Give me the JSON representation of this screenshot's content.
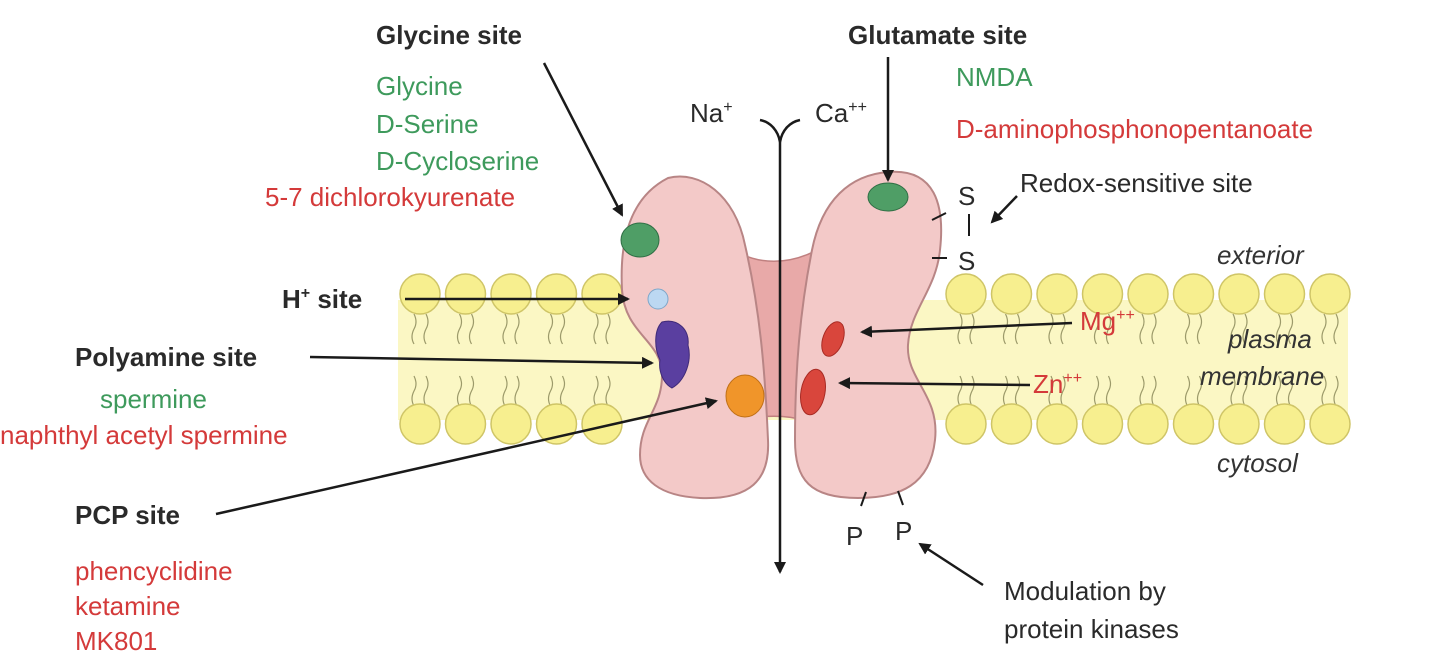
{
  "sites": {
    "glycine": {
      "title": "Glycine site",
      "agonists": [
        "Glycine",
        "D-Serine",
        "D-Cycloserine"
      ],
      "antagonists": [
        "5-7 dichlorokyurenate"
      ]
    },
    "glutamate": {
      "title": "Glutamate site",
      "agonist": "NMDA",
      "antagonist": "D-aminophosphonopentanoate"
    },
    "proton": {
      "title_main": "H",
      "title_sup": "+",
      "title_rest": " site"
    },
    "polyamine": {
      "title": "Polyamine site",
      "agonist": "spermine",
      "antagonist": "naphthyl acetyl spermine"
    },
    "pcp": {
      "title": "PCP site",
      "antagonists": [
        "phencyclidine",
        "ketamine",
        "MK801"
      ]
    },
    "redox": {
      "title": "Redox-sensitive site",
      "atom": "S"
    },
    "kinase": {
      "line1": "Modulation by",
      "line2": "protein kinases",
      "atom": "P"
    }
  },
  "ions": {
    "na": {
      "base": "Na",
      "charge": "+"
    },
    "ca": {
      "base": "Ca",
      "charge": "++"
    },
    "mg": {
      "base": "Mg",
      "charge": "++"
    },
    "zn": {
      "base": "Zn",
      "charge": "++"
    }
  },
  "membrane": {
    "exterior": "exterior",
    "plasma": "plasma",
    "membrane": "membrane",
    "cytosol": "cytosol"
  },
  "colors": {
    "agonist": "#3e9a5c",
    "antagonist": "#d43a3a",
    "receptor_fill": "#f3c9c8",
    "lipid_fill": "#f7ef8f",
    "site_green": "#4f9e66",
    "site_orange": "#f0952a",
    "site_purple": "#5a3fa0",
    "site_red": "#d9463c",
    "site_lightblue": "#bcd8f2"
  }
}
